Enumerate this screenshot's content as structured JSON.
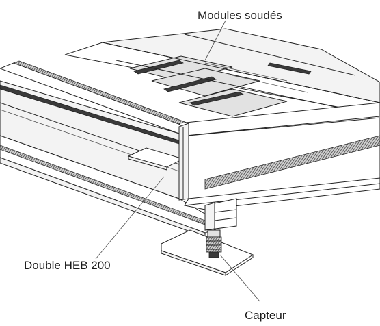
{
  "labels": {
    "modules": "Modules soudés",
    "beam": "Double HEB 200",
    "sensor": "Capteur"
  },
  "colors": {
    "line": "#222222",
    "shade": "#3a3a3a",
    "text": "#1a1a1a"
  }
}
